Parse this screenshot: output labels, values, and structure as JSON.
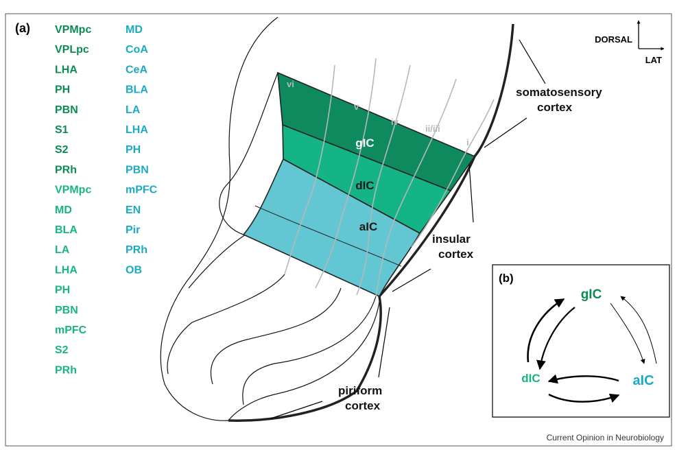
{
  "panel_a_label": "(a)",
  "panel_b_label": "(b)",
  "column1": {
    "dark": [
      "VPMpc",
      "VPLpc",
      "LHA",
      "PH",
      "PBN",
      "S1",
      "S2",
      "PRh"
    ],
    "medium": [
      "VPMpc",
      "MD",
      "BLA",
      "LA",
      "LHA",
      "PH",
      "PBN",
      "mPFC",
      "S2",
      "PRh"
    ]
  },
  "column2": [
    "MD",
    "CoA",
    "CeA",
    "BLA",
    "LA",
    "LHA",
    "PH",
    "PBN",
    "mPFC",
    "EN",
    "Pir",
    "PRh",
    "OB"
  ],
  "compass": {
    "dorsal": "DORSAL",
    "lat": "LAT"
  },
  "layers": {
    "vi": "vi",
    "v": "v",
    "iv": "iv",
    "ii_iii": "ii/iii",
    "i": "i"
  },
  "regions": {
    "gic": "gIC",
    "dic": "dIC",
    "aic": "aIC"
  },
  "annotations": {
    "somatosensory_1": "somatosensory",
    "somatosensory_2": "cortex",
    "insular_1": "insular",
    "insular_2": "cortex",
    "piriform_1": "piriform",
    "piriform_2": "cortex"
  },
  "panel_b": {
    "gic": "gIC",
    "dic": "dIC",
    "aic": "aIC"
  },
  "credit": "Current Opinion in Neurobiology",
  "colors": {
    "dark_green": "#0b8a55",
    "medium_green": "#18b484",
    "teal": "#1aabc4",
    "gic_fill": "#0f8a5e",
    "dic_fill": "#14b487",
    "aic_fill": "#62c7d3",
    "layer_gray": "#b4b8b8"
  }
}
